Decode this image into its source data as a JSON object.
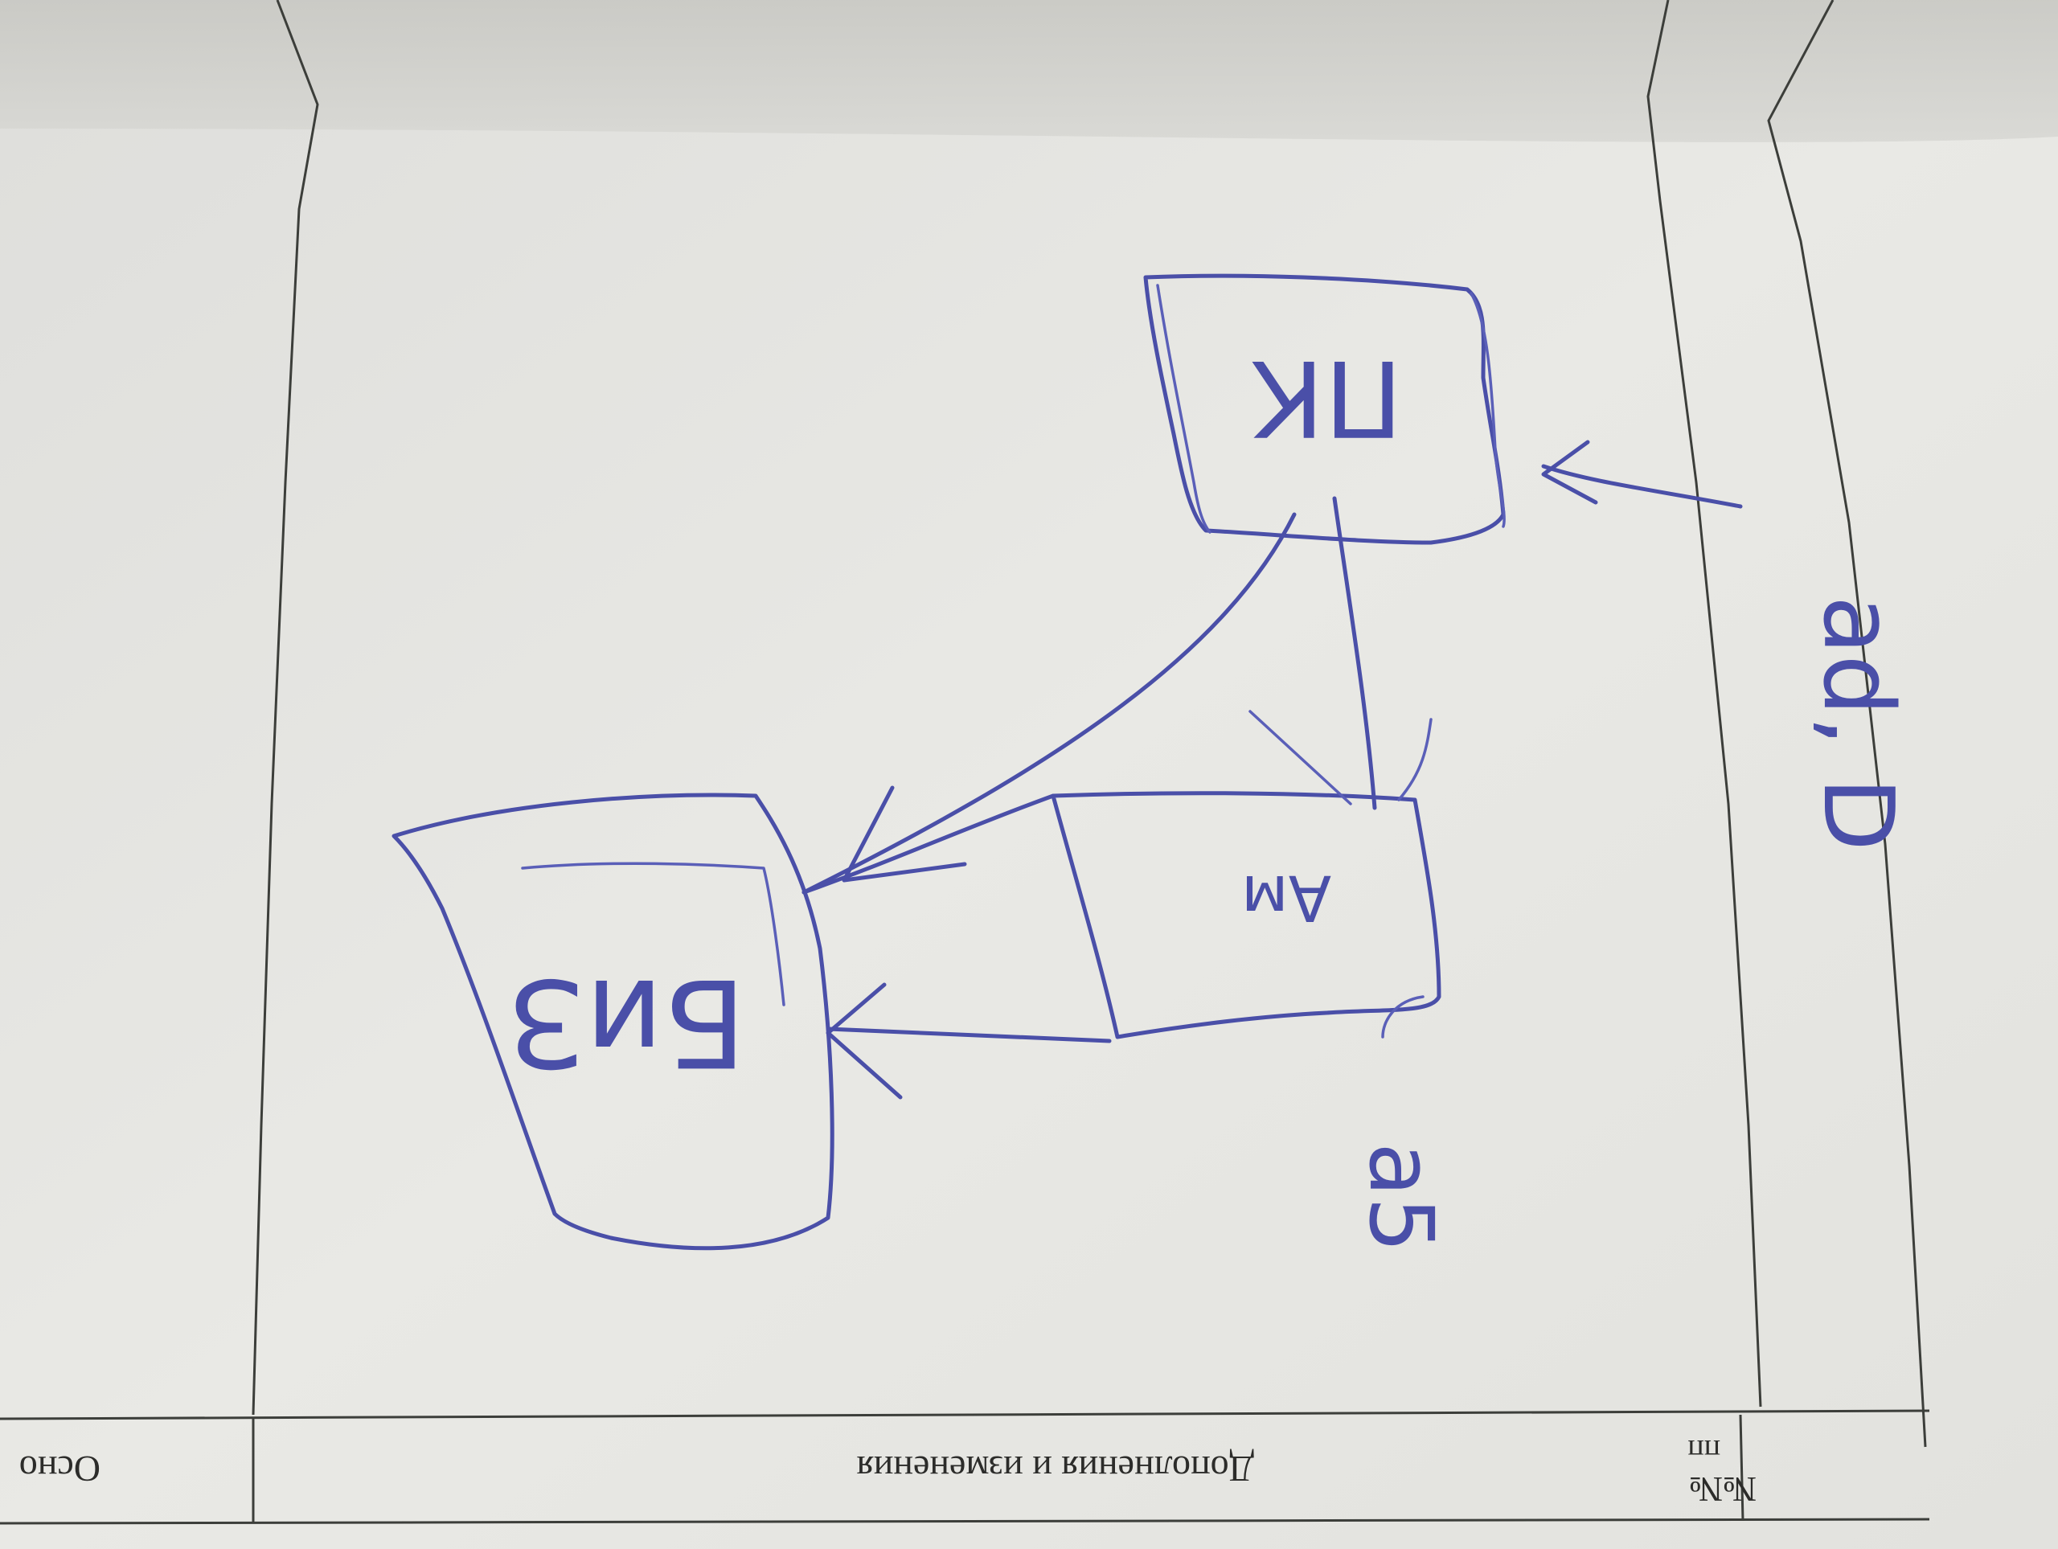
{
  "form_header": {
    "col_number_line1": "№№",
    "col_number_line2": "пп",
    "col_changes": "Дополнения и изменения",
    "col_basis": "Осно"
  },
  "sketch": {
    "box_top_label": "ПК",
    "box_mid_label": "Ам",
    "box_bottom_label": "БиЗ",
    "margin_note_1": "ad, D",
    "margin_note_2": "a5"
  },
  "colors": {
    "paper": "#e6e6e2",
    "shadow": "#c7c7c2",
    "ink": "#4a4fa8",
    "print": "#2c2c2a"
  }
}
